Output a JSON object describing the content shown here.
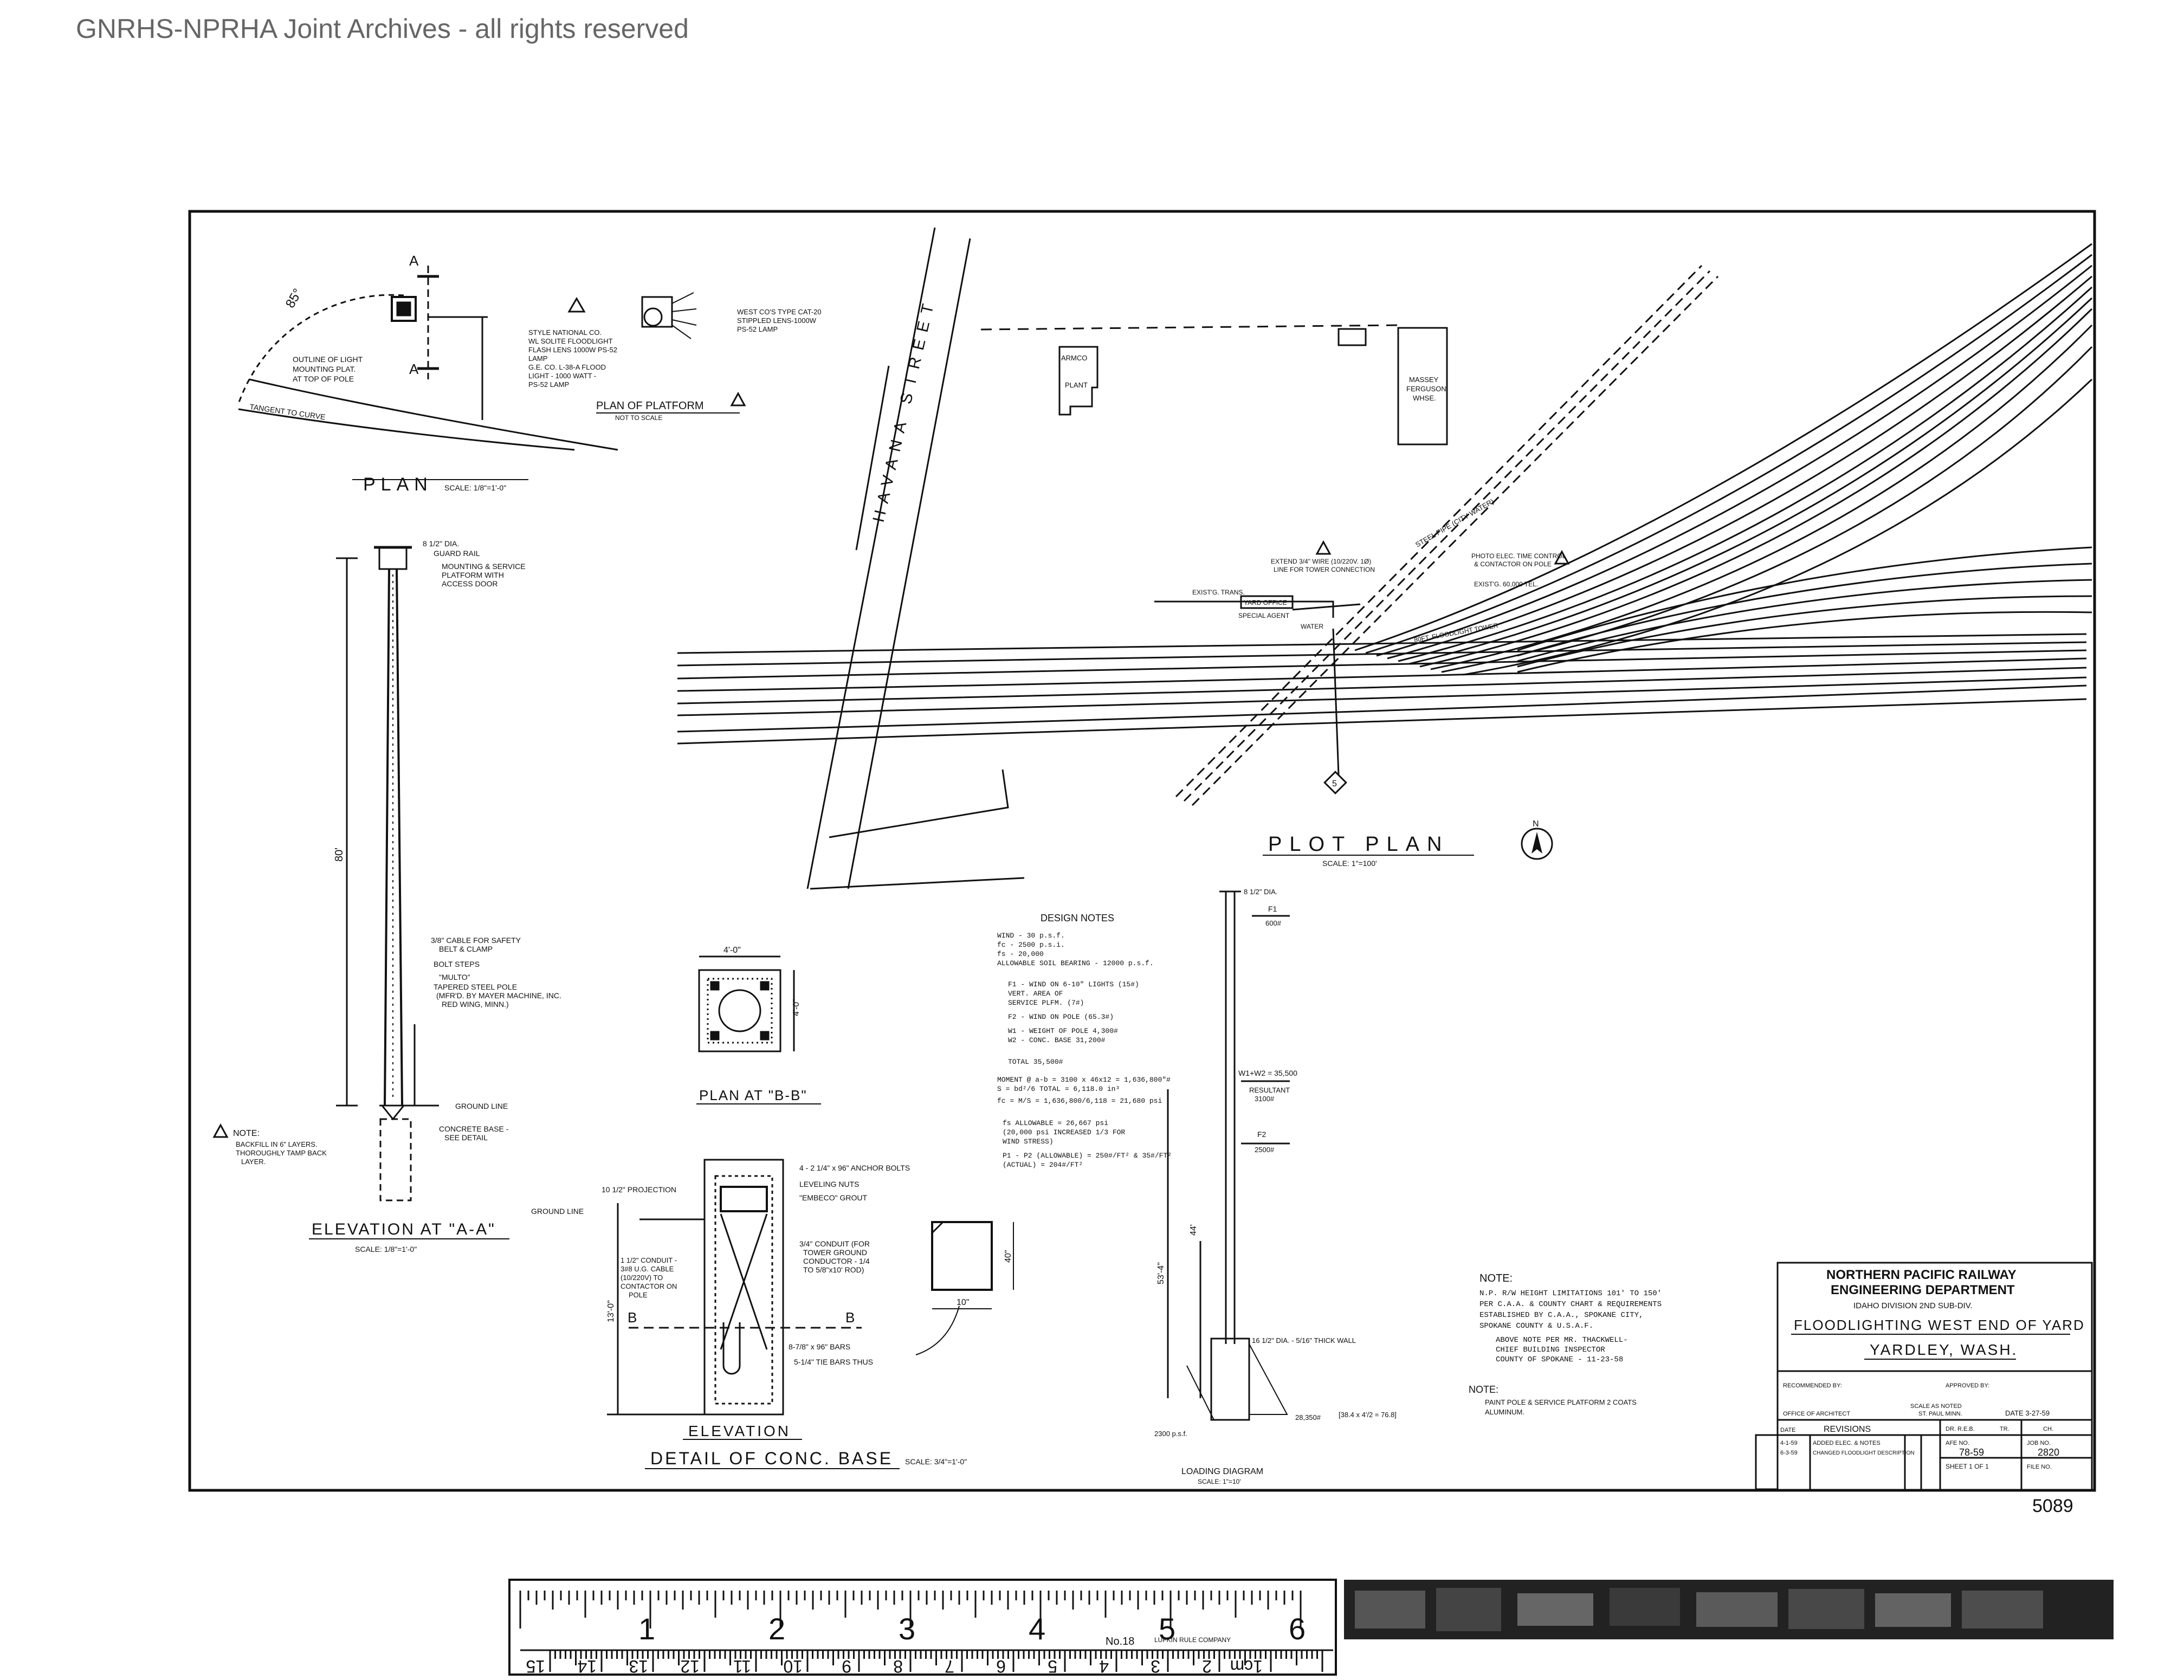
{
  "watermark": "GNRHS-NPRHA Joint Archives - all rights reserved",
  "sheet_number": "5089",
  "plan": {
    "title": "PLAN",
    "scale": "SCALE: 1/8\"=1'-0\"",
    "angle": "85°",
    "outline_note_1": "OUTLINE OF LIGHT",
    "outline_note_2": "MOUNTING PLAT.",
    "outline_note_3": "AT TOP OF POLE",
    "tangent": "TANGENT TO CURVE",
    "section_mark": "A"
  },
  "platform_plan": {
    "title": "PLAN OF PLATFORM",
    "subtitle": "NOT TO SCALE",
    "left_note_1": "STYLE NATIONAL CO.",
    "left_note_2": "WL SOLITE FLOODLIGHT",
    "left_note_3": "FLASH LENS 1000W PS-52",
    "left_note_4": "LAMP",
    "left_note_5": "G.E. CO. L-38-A FLOOD",
    "left_note_6": "LIGHT - 1000 WATT -",
    "left_note_7": "PS-52 LAMP",
    "right_note_1": "WEST CO'S TYPE CAT-20",
    "right_note_2": "STIPPLED LENS-1000W",
    "right_note_3": "PS-52 LAMP"
  },
  "elevation_aa": {
    "title": "ELEVATION AT \"A-A\"",
    "scale": "SCALE: 1/8\"=1'-0\"",
    "height": "80'",
    "callout_1": "8 1/2\" DIA.",
    "callout_2": "GUARD RAIL",
    "callout_3": "MOUNTING & SERVICE",
    "callout_4": "PLATFORM WITH",
    "callout_5": "ACCESS DOOR",
    "callout_6": "3/8\" CABLE FOR SAFETY",
    "callout_7": "BELT & CLAMP",
    "callout_8": "BOLT STEPS",
    "callout_9": "\"MULTO\"",
    "callout_10": "TAPERED STEEL POLE",
    "callout_11": "(MFR'D. BY MAYER MACHINE, INC.",
    "callout_12": "RED WING, MINN.)",
    "ground_line": "GROUND LINE",
    "base_note_1": "CONCRETE BASE -",
    "base_note_2": "SEE DETAIL",
    "note_title": "NOTE:",
    "note_1": "BACKFILL IN 6\" LAYERS.",
    "note_2": "THOROUGHLY TAMP BACK",
    "note_3": "LAYER."
  },
  "plan_bb": {
    "title": "PLAN AT \"B-B\"",
    "dim_top": "4'-0\"",
    "dim_side": "4'-0\""
  },
  "detail": {
    "elevation_title": "ELEVATION",
    "title": "DETAIL OF CONC. BASE",
    "scale": "SCALE: 3/4\"=1'-0\"",
    "projection": "10 1/2\" PROJECTION",
    "ground_line": "GROUND LINE",
    "depth": "13'-0\"",
    "n1": "4 - 2 1/4\" x 96\" ANCHOR BOLTS",
    "n2": "LEVELING NUTS",
    "n3": "\"EMBECO\" GROUT",
    "n4": "3/4\" CONDUIT (FOR",
    "n5": "TOWER GROUND",
    "n6": "CONDUCTOR - 1/4",
    "n7": "TO 5/8\"x10' ROD)",
    "n8": "1 1/2\" CONDUIT -",
    "n9": "3#8 U.G. CABLE",
    "n10": "(10/220V) TO",
    "n11": "CONTACTOR ON",
    "n12": "POLE",
    "n13": "8-7/8\" x 96\" BARS",
    "n14": "5-1/4\" TIE BARS THUS",
    "section_mark": "B",
    "tie_dim_1": "10\"",
    "tie_dim_2": "40\""
  },
  "design_notes": {
    "title": "DESIGN NOTES",
    "lines": [
      "WIND - 30 p.s.f.",
      "fc - 2500 p.s.i.",
      "fs - 20,000",
      "ALLOWABLE SOIL BEARING - 12000 p.s.f.",
      "F1 - WIND ON 6-10\" LIGHTS (15#)",
      "        VERT. AREA OF",
      "        SERVICE PLFM. (7#)",
      "F2 - WIND ON POLE (65.3#)",
      "W1 - WEIGHT OF POLE   4,300#",
      "W2 -        CONC. BASE  31,200#",
      "                TOTAL  35,500#",
      "MOMENT @ a-b = 3100 x 46x12 = 1,636,800\"#",
      "S = bd²/6 TOTAL = 6,118.0 in³",
      "fc = M/S = 1,636,800/6,118 = 21,680 psi",
      "fs ALLOWABLE = 26,667 psi",
      "(20,000 psi INCREASED 1/3 FOR",
      "   WIND STRESS)",
      "P1 - P2 (ALLOWABLE) = 250#/FT² & 35#/FT²",
      "        (ACTUAL) = 204#/FT²"
    ]
  },
  "force_diagram": {
    "title": "LOADING DIAGRAM",
    "scale": "SCALE: 1\"=10'",
    "top": "8 1/2\" DIA.",
    "f1": "F1",
    "f1_val": "600#",
    "w": "W1+W2 = 35,500",
    "resultant": "RESULTANT",
    "resultant_val": "3100#",
    "f2": "F2",
    "f2_val": "2500#",
    "height": "44'",
    "height2": "53'-4\"",
    "base_note": "16 1/2\" DIA. - 5/16\" THICK WALL",
    "bottom_val": "2300 p.s.f.",
    "side_val": "28,350#",
    "bracket": "[38.4 x 4'/2 = 76.8]"
  },
  "plot_plan": {
    "title": "PLOT PLAN",
    "scale": "SCALE: 1\"=100'",
    "street": "HAVANA STREET",
    "armco": "ARMCO",
    "plant": "PLANT",
    "massey_1": "MASSEY",
    "massey_2": "FERGUSON",
    "massey_3": "WHSE.",
    "extend_1": "EXTEND 3/4\" WIRE (10/220V. 1Ø)",
    "extend_2": "LINE FOR TOWER CONNECTION",
    "steel_pipe": "STEEL PIPE (CITY WATER)",
    "photo_1": "PHOTO ELEC. TIME CONTROL",
    "photo_2": "& CONTACTOR ON POLE",
    "exists_tel": "EXIST'G. 60,000 TEL.",
    "exists_trans": "EXIST'G. TRANS.",
    "yard_office": "YARD OFFICE",
    "special_agent": "SPECIAL AGENT",
    "water": "WATER",
    "tower": "80FT. FLOODLIGHT TOWER",
    "north": "N",
    "flag": "5"
  },
  "general_note": {
    "title": "NOTE:",
    "lines": [
      "N.P. R/W HEIGHT LIMITATIONS 101' TO 150'",
      "PER C.A.A. & COUNTY CHART & REQUIREMENTS",
      "ESTABLISHED BY C.A.A., SPOKANE CITY,",
      "SPOKANE COUNTY & U.S.A.F.",
      "ABOVE NOTE PER MR. THACKWELL-",
      "CHIEF BUILDING INSPECTOR",
      "COUNTY OF SPOKANE - 11-23-58"
    ],
    "note2_title": "NOTE:",
    "note2_1": "PAINT POLE & SERVICE PLATFORM 2 COATS",
    "note2_2": "ALUMINUM."
  },
  "title_block": {
    "company": "NORTHERN PACIFIC RAILWAY",
    "department": "ENGINEERING DEPARTMENT",
    "division": "IDAHO DIVISION 2ND SUB-DIV.",
    "project": "FLOODLIGHTING WEST END OF YARD",
    "location": "YARDLEY, WASH.",
    "recommended": "RECOMMENDED BY:",
    "approved": "APPROVED BY:",
    "office": "OFFICE OF ARCHITECT",
    "scale_label": "SCALE AS NOTED",
    "city": "ST. PAUL MINN.",
    "date": "DATE 3-27-59",
    "revisions": "REVISIONS",
    "date_col": "DATE",
    "rev_1_date": "4-1-59",
    "rev_1_text": "ADDED ELEC. & NOTES",
    "rev_2_date": "6-3-59",
    "rev_2_text": "CHANGED FLOODLIGHT DESCRIPTION",
    "dr": "DR. R.E.B.",
    "tr": "TR.",
    "ch": "CH.",
    "afe_label": "AFE NO.",
    "afe": "78-59",
    "job_label": "JOB NO.",
    "job": "2820",
    "sheet_label": "SHEET 1 OF 1",
    "file_label": "FILE NO."
  },
  "ruler": {
    "inches": [
      "1",
      "2",
      "3",
      "4",
      "5",
      "6"
    ],
    "cm": [
      "1cm",
      "2",
      "3",
      "4",
      "5",
      "6",
      "7",
      "8",
      "9",
      "10",
      "11",
      "12",
      "13",
      "14",
      "15"
    ],
    "brand_1": "No.18",
    "brand_2": "LUFKIN RULE COMPANY"
  }
}
